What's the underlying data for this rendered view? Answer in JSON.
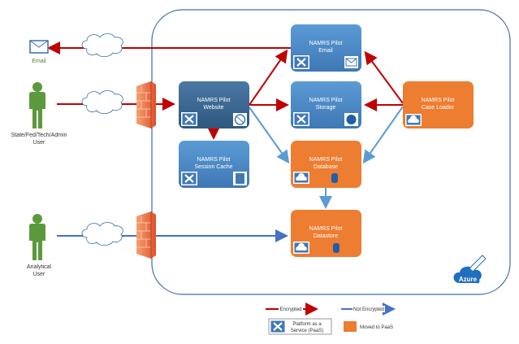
{
  "colors": {
    "encrypted": "#c00000",
    "not_encrypted": "#5b9bd5",
    "paas_blue": "#4a86c5",
    "website_blue": "#3a6892",
    "moved_orange": "#ed7d31",
    "user_green": "#5b9a3c"
  },
  "actors": {
    "email": {
      "label": "Email",
      "icon": "envelope-icon"
    },
    "state_user": {
      "line1": "State/Fed/Tech/Admin",
      "line2": "User",
      "icon": "person-icon"
    },
    "analytical_user": {
      "line1": "Analytical",
      "line2": "User",
      "icon": "person-icon"
    }
  },
  "cloud_label": "Azure",
  "nodes": {
    "email": {
      "line1": "NAMRS Pilot",
      "line2": "Email",
      "type": "paas"
    },
    "storage": {
      "line1": "NAMRS Pilot",
      "line2": "Storage",
      "type": "paas"
    },
    "website": {
      "line1": "NAMRS Pilot",
      "line2": "Website",
      "type": "paas"
    },
    "session_cache": {
      "line1": "NAMRS Pilot",
      "line2": "Session Cache",
      "type": "paas"
    },
    "database": {
      "line1": "NAMRS Pilot",
      "line2": "Database",
      "type": "moved"
    },
    "case_loader": {
      "line1": "NAMRS Pilot",
      "line2": "Case Loader",
      "type": "moved"
    },
    "datastore": {
      "line1": "NAMRS Pilot",
      "line2": "Datastore",
      "type": "moved"
    }
  },
  "legend": {
    "encrypted": "Encrypted",
    "not_encrypted": "Not Encrypted",
    "paas_line1": "Platform as a",
    "paas_line2": "Service (PaaS)",
    "moved": "Moved to PaaS"
  }
}
